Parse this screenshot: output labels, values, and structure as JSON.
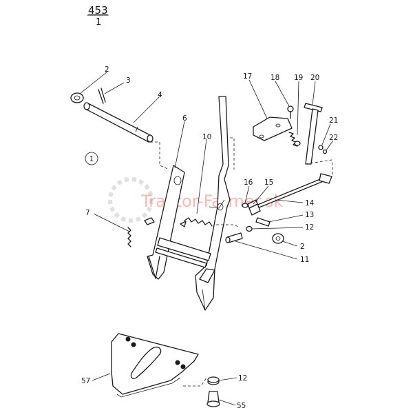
{
  "header": {
    "sheet_number": "453",
    "sub_number": "1"
  },
  "group_marker": "1",
  "watermark": "Traktor-Farmer.sk",
  "callouts": [
    "2",
    "3",
    "4",
    "6",
    "10",
    "17",
    "18",
    "19",
    "20",
    "21",
    "22",
    "16",
    "15",
    "14",
    "13",
    "12",
    "2",
    "11",
    "7",
    "57",
    "12",
    "55"
  ]
}
